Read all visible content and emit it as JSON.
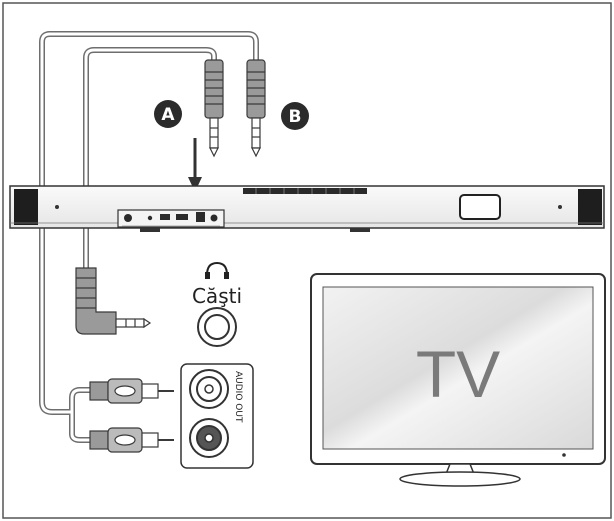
{
  "labels": {
    "marker_a": "A",
    "marker_b": "B",
    "headphones": "Căşti",
    "audio_out": "AUDIO OUT",
    "tv": "TV"
  },
  "colors": {
    "border": "#555555",
    "cable": "#6e6e6e",
    "marker_fill": "#2b2b2b",
    "marker_text": "#ffffff",
    "tv_text": "#7a7a7a"
  },
  "icons": {
    "headphones": "headphones-icon",
    "arrow": "down-arrow-icon"
  }
}
